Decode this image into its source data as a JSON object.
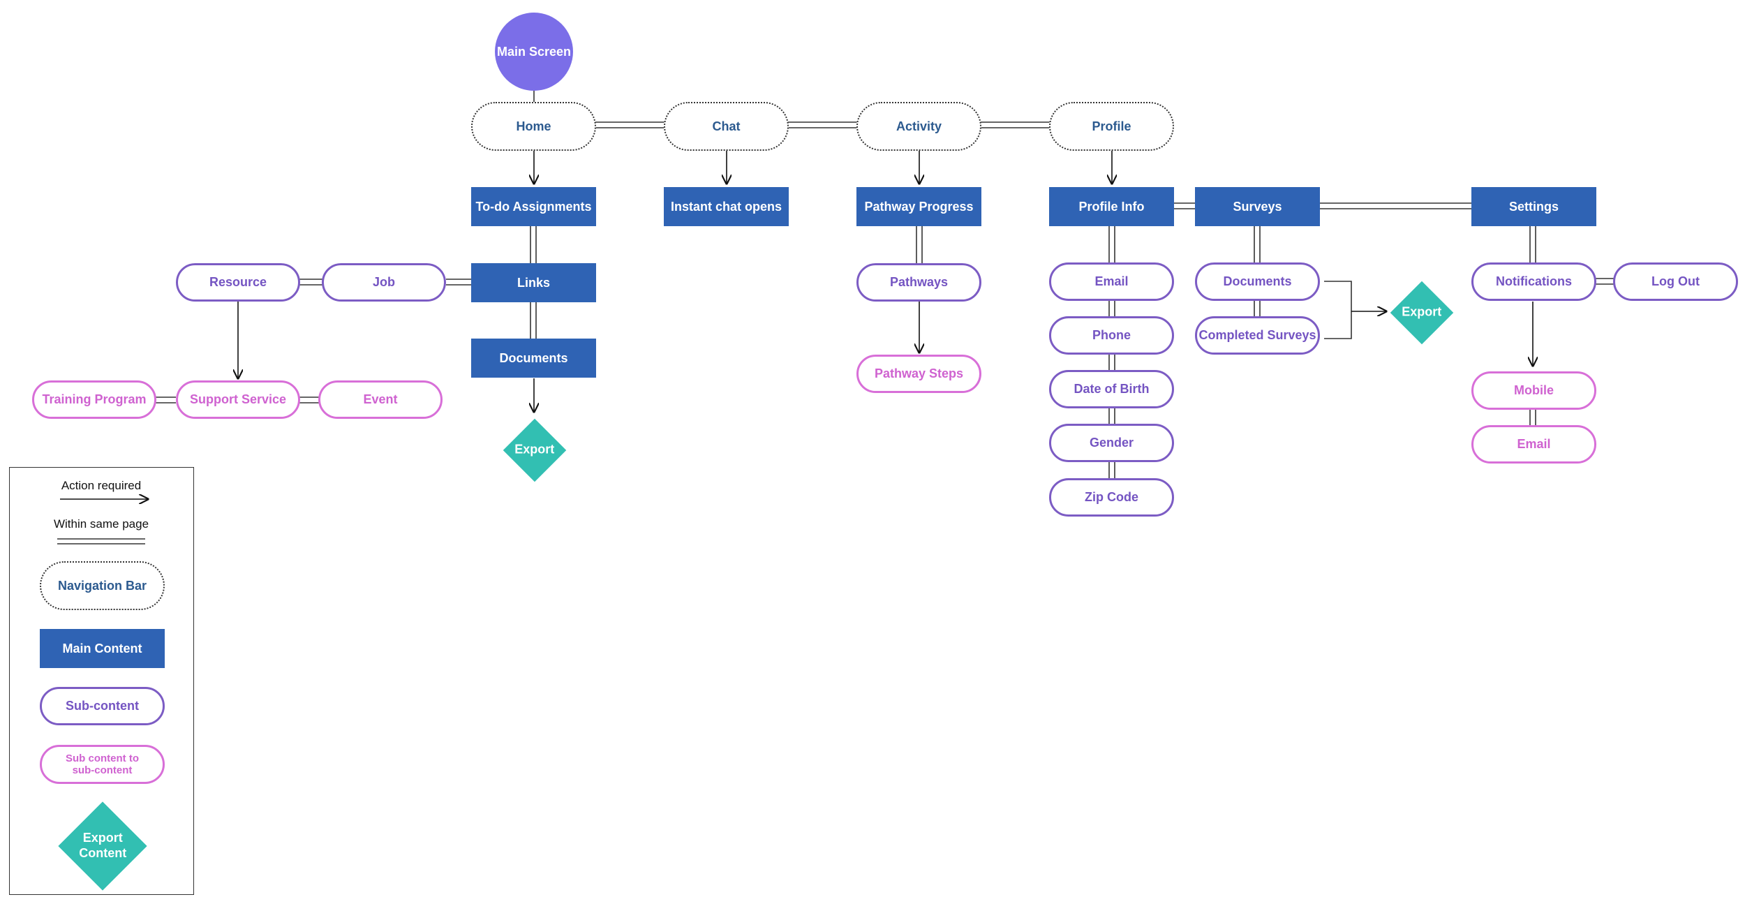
{
  "root": {
    "label": "Main Screen"
  },
  "nav": {
    "home": "Home",
    "chat": "Chat",
    "activity": "Activity",
    "profile": "Profile"
  },
  "main": {
    "todo": "To-do Assignments",
    "links": "Links",
    "documents": "Documents",
    "instant_chat": "Instant chat opens",
    "pathway_progress": "Pathway Progress",
    "profile_info": "Profile Info",
    "surveys": "Surveys",
    "settings": "Settings"
  },
  "sub": {
    "resource": "Resource",
    "job": "Job",
    "pathways": "Pathways",
    "email": "Email",
    "phone": "Phone",
    "dob": "Date of Birth",
    "gender": "Gender",
    "zip": "Zip Code",
    "survey_documents": "Documents",
    "completed_surveys": "Completed Surveys",
    "notifications": "Notifications",
    "log_out": "Log Out"
  },
  "sub2": {
    "training_program": "Training Program",
    "support_service": "Support Service",
    "event": "Event",
    "pathway_steps": "Pathway Steps",
    "mobile": "Mobile",
    "email": "Email"
  },
  "export": {
    "label": "Export"
  },
  "legend": {
    "action_required": "Action required",
    "within_same_page": "Within same page",
    "navigation_bar": "Navigation Bar",
    "main_content": "Main Content",
    "sub_content": "Sub-content",
    "sub_sub_content": "Sub content to sub-content",
    "export_content": "Export Content"
  },
  "colors": {
    "nav_border": "#333333",
    "main_fill": "#2f63b4",
    "sub_border": "#7c5cc4",
    "sub2_border": "#d86fd8",
    "root_fill": "#7b6ee8",
    "export_fill": "#32bfb2"
  }
}
